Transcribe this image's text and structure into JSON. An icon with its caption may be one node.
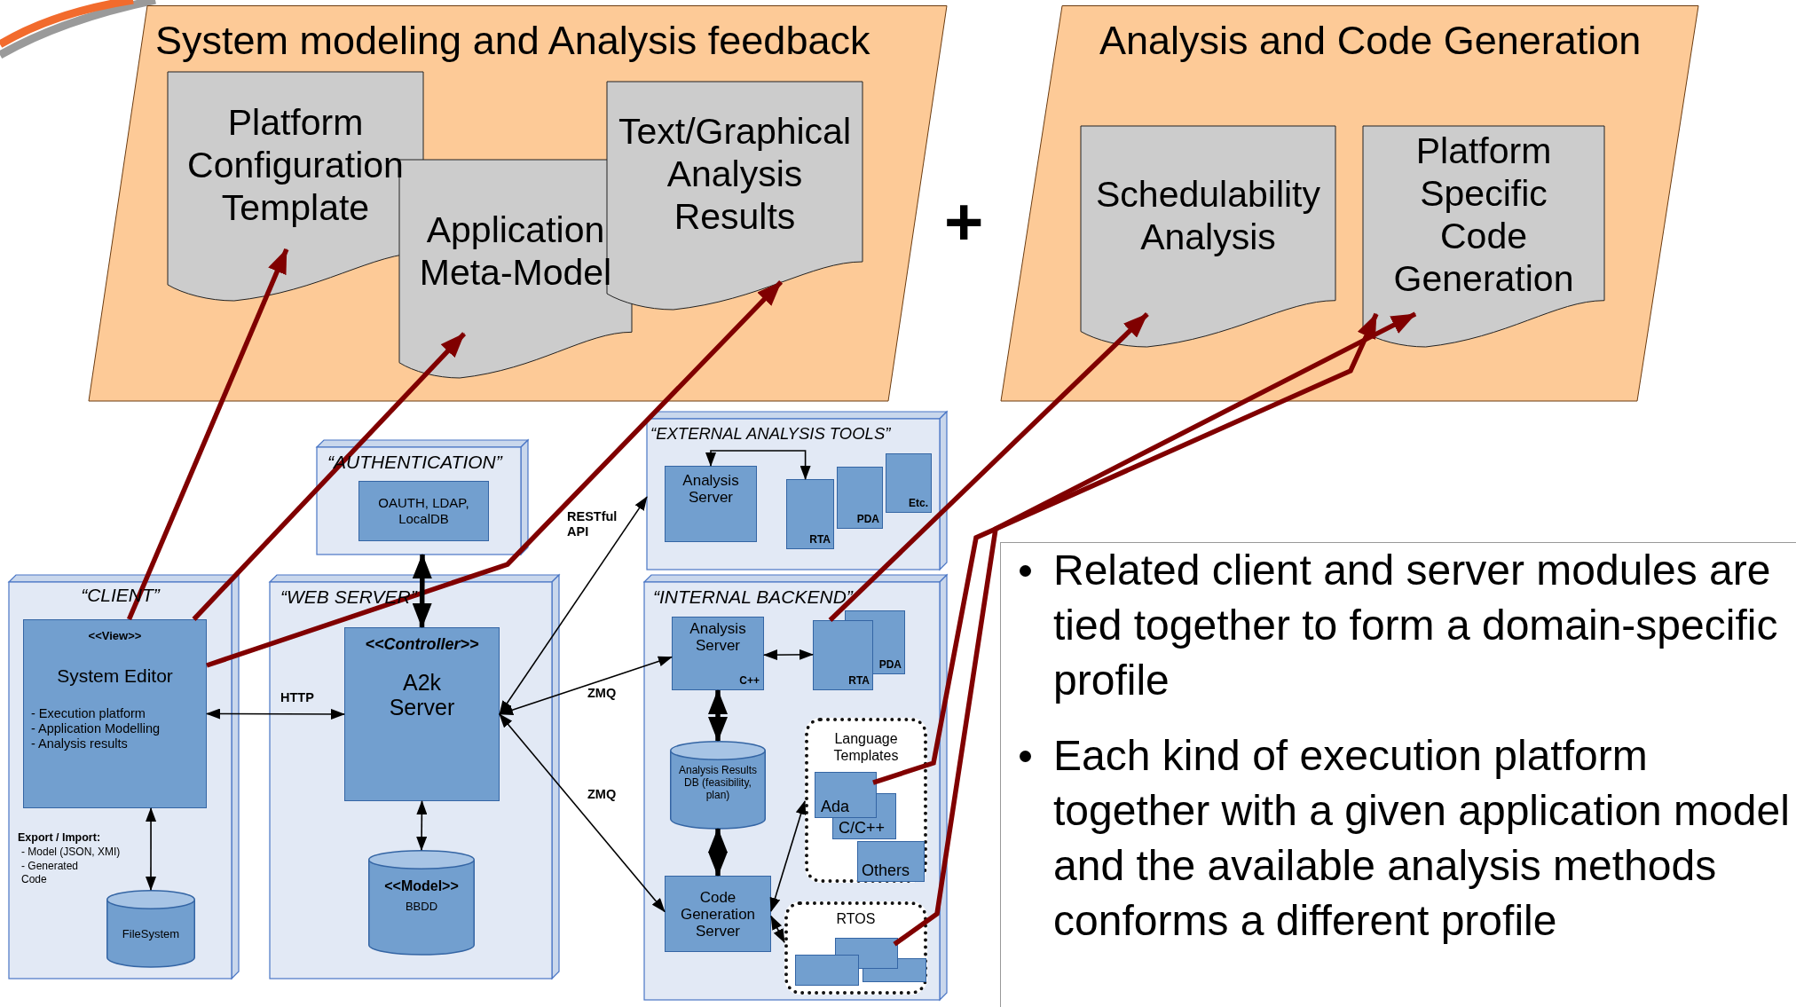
{
  "diagram": {
    "nodes": [
      {
        "text": [
          "System modeling and Analysis feedback"
        ]
      },
      {
        "text": [
          "Platform Configuration Template"
        ],
        "in": 0
      },
      {
        "text": [
          "Application Meta-Model"
        ],
        "in": 0
      },
      {
        "text": [
          "Text/Graphical Analysis Results"
        ],
        "in": 0
      },
      {
        "text": [
          "Analysis and Code Generation"
        ]
      },
      {
        "text": [
          "Schedulability Analysis"
        ],
        "in": 4
      },
      {
        "text": [
          "Platform Specific Code Generation"
        ],
        "in": 4
      },
      {
        "text": [
          "“AUTHENTICATION”"
        ]
      },
      {
        "text": [
          "OAUTH, LDAP, LocalDB"
        ],
        "in": 7
      },
      {
        "text": [
          "“EXTERNAL ANALYSIS TOOLS”"
        ]
      },
      {
        "text": [
          "Analysis Server"
        ],
        "in": 9
      },
      {
        "text": [
          "RTA"
        ],
        "in": 9
      },
      {
        "text": [
          "PDA"
        ],
        "in": 9
      },
      {
        "text": [
          "Etc."
        ],
        "in": 9
      },
      {
        "text": [
          "“CLIENT”"
        ]
      },
      {
        "text": [
          "<<View>>",
          "System Editor",
          "- Execution platform",
          "- Application Modelling",
          "- Analysis results"
        ],
        "in": 14
      },
      {
        "text": [
          "FileSystem"
        ],
        "in": 14
      },
      {
        "text": [
          "“WEB SERVER”"
        ]
      },
      {
        "text": [
          "<<Controller>>",
          "A2k Server"
        ],
        "in": 17
      },
      {
        "text": [
          "<<Model>>",
          "BBDD"
        ],
        "in": 17
      },
      {
        "text": [
          "“INTERNAL BACKEND”"
        ]
      },
      {
        "text": [
          "Analysis Server",
          "C++"
        ],
        "in": 20
      },
      {
        "text": [
          "RTA"
        ],
        "in": 20
      },
      {
        "text": [
          "PDA"
        ],
        "in": 20
      },
      {
        "text": [
          "Analysis Results DB (feasibility, plan)"
        ],
        "in": 20
      },
      {
        "text": [
          "Language Templates"
        ],
        "in": 20
      },
      {
        "text": [
          "Ada"
        ],
        "in": 25
      },
      {
        "text": [
          "C/C++"
        ],
        "in": 25
      },
      {
        "text": [
          "Others"
        ],
        "in": 25
      },
      {
        "text": [
          "Code Generation Server"
        ],
        "in": 20
      },
      {
        "text": [
          "RTOS"
        ],
        "in": 20
      },
      {
        "text": [],
        "shape": "box",
        "in": 30
      },
      {
        "text": [],
        "shape": "box",
        "in": 30
      },
      {
        "text": [],
        "shape": "box",
        "in": 30
      },
      {
        "text": [
          "Related client and server modules are tied together to form a domain-specific profile",
          "Each kind of execution platform together with a given application model and the available analysis methods conforms a different profile"
        ]
      }
    ],
    "edges": [
      {
        "from": 15,
        "to": 1,
        "arrow": "to",
        "style": "thick",
        "color": "#800000"
      },
      {
        "from": 15,
        "to": 2,
        "arrow": "to",
        "style": "thick",
        "color": "#800000"
      },
      {
        "from": 15,
        "to": 3,
        "arrow": "to",
        "style": "thick",
        "color": "#800000"
      },
      {
        "from": 22,
        "to": 5,
        "arrow": "to",
        "style": "thick",
        "color": "#800000"
      },
      {
        "from": 26,
        "to": 6,
        "arrow": "to",
        "style": "thick",
        "color": "#800000"
      },
      {
        "from": 32,
        "to": 6,
        "arrow": "to",
        "style": "thick",
        "color": "#800000"
      },
      {
        "from": 15,
        "to": 18,
        "arrow": "both",
        "label": "HTTP"
      },
      {
        "from": 7,
        "to": 18,
        "arrow": "both",
        "style": "thick"
      },
      {
        "from": 15,
        "to": 16,
        "arrow": "both"
      },
      {
        "from": 18,
        "to": 19,
        "arrow": "both"
      },
      {
        "from": 18,
        "to": 9,
        "arrow": "both",
        "label": "RESTful API"
      },
      {
        "from": 18,
        "to": 21,
        "arrow": "both",
        "label": "ZMQ"
      },
      {
        "from": 18,
        "to": 29,
        "arrow": "both",
        "label": "ZMQ"
      },
      {
        "from": 11,
        "to": 10,
        "arrow": "both"
      },
      {
        "from": 21,
        "to": 22,
        "arrow": "both"
      },
      {
        "from": 21,
        "to": 24,
        "arrow": "both",
        "style": "thick"
      },
      {
        "from": 24,
        "to": 29,
        "arrow": "both",
        "style": "thick"
      },
      {
        "from": 29,
        "to": 25,
        "arrow": "both"
      },
      {
        "from": 29,
        "to": 30,
        "arrow": "both"
      }
    ],
    "labels": [
      "+",
      "Export / Import:",
      "- Model (JSON, XMI)",
      "- Generated Code"
    ]
  }
}
